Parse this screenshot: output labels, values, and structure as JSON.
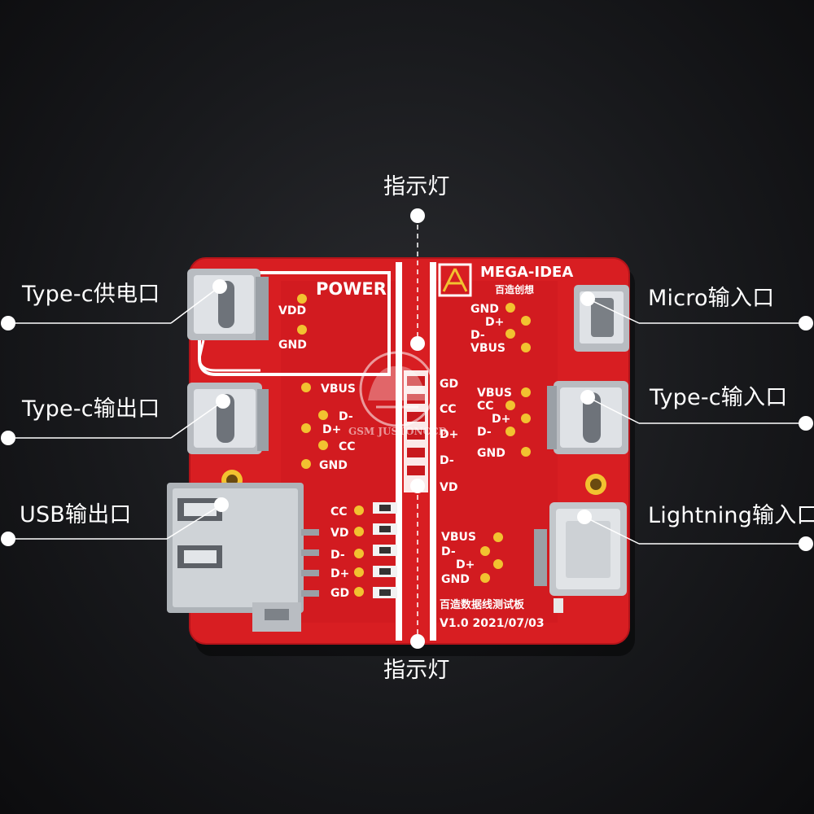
{
  "callouts": {
    "top_indicator": "指示灯",
    "bottom_indicator": "指示灯",
    "typec_power": "Type-c供电口",
    "typec_output": "Type-c输出口",
    "usb_output": "USB输出口",
    "micro_input": "Micro输入口",
    "typec_input": "Type-c输入口",
    "lightning_input": "Lightning输入口"
  },
  "board": {
    "power_label": "POWER",
    "brand": "MEGA-IDEA",
    "brand_cn": "百造创想",
    "product_cn": "百造数据线测试板",
    "version": "V1.0 2021/07/03",
    "power_pins": [
      "VDD",
      "GND"
    ],
    "typec_out_pins": [
      "VBUS",
      "D-",
      "D+",
      "CC",
      "GND"
    ],
    "usb_out_pins": [
      "CC",
      "VD",
      "D-",
      "D+",
      "GD"
    ],
    "center_pins": [
      "GD",
      "CC",
      "D+",
      "D-",
      "VD"
    ],
    "micro_pins": [
      "GND",
      "D+",
      "D-",
      "VBUS"
    ],
    "typec_in_pins": [
      "VBUS",
      "CC",
      "D+",
      "D-",
      "GND"
    ],
    "lightning_pins": [
      "VBUS",
      "D-",
      "D+",
      "GND"
    ]
  },
  "watermark": "GSM JUSTONCCD",
  "colors": {
    "pcb_red": "#d81e22",
    "silkscreen": "#ffffff",
    "pad_gold": "#f2c230",
    "background": "#1b1c20"
  }
}
